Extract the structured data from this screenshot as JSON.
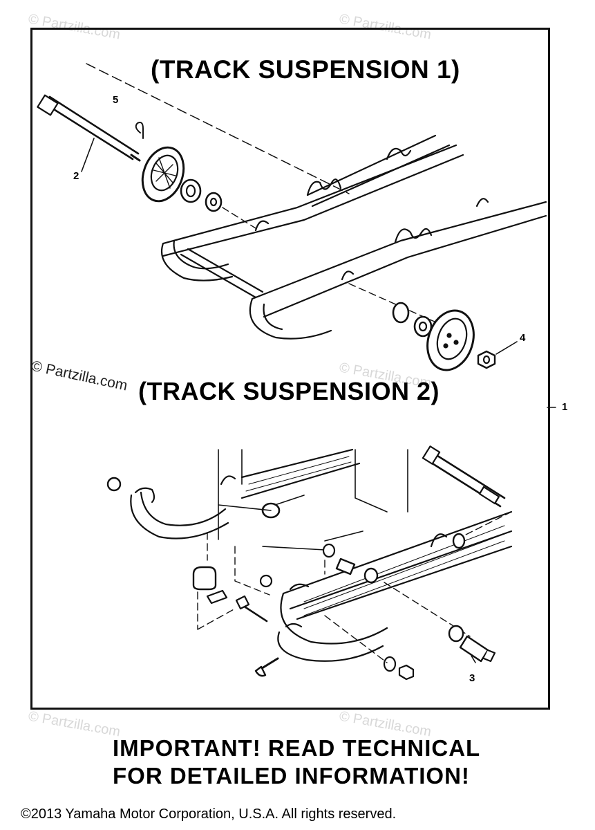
{
  "diagram": {
    "title_1": "(TRACK SUSPENSION 1)",
    "title_2": "(TRACK SUSPENSION 2)",
    "callouts": {
      "c1": "1",
      "c2": "2",
      "c3": "3",
      "c4": "4",
      "c5": "5"
    }
  },
  "watermark": {
    "text": "© Partzilla.com"
  },
  "notice": {
    "line_1": "IMPORTANT! READ TECHNICAL",
    "line_2": "FOR DETAILED INFORMATION!"
  },
  "footer": {
    "copyright": "©2013 Yamaha Motor Corporation, U.S.A. All rights reserved."
  }
}
